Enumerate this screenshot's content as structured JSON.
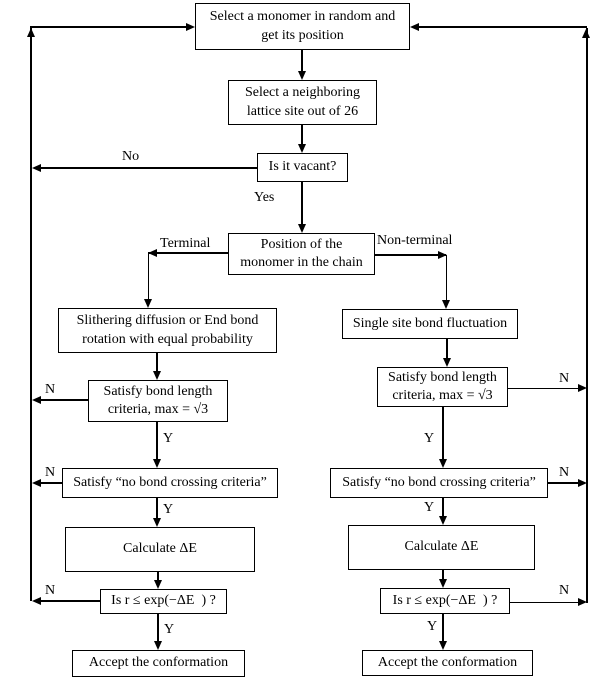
{
  "diagram_type": "flowchart",
  "colors": {
    "line": "#000000",
    "background": "#ffffff",
    "text": "#000000"
  },
  "edge_labels": {
    "yes": "Yes",
    "no": "No",
    "terminal": "Terminal",
    "non_terminal": "Non-terminal",
    "n": "N",
    "y": "Y"
  },
  "nodes": {
    "select_monomer": {
      "lines": [
        "Select a monomer in random and",
        "get its position"
      ]
    },
    "select_site": {
      "lines": [
        "Select a neighboring",
        "lattice site out of 26"
      ]
    },
    "is_vacant": {
      "lines": [
        "Is it vacant?"
      ]
    },
    "monomer_position": {
      "lines": [
        "Position of the",
        "monomer in the chain"
      ]
    },
    "slithering_diffusion": {
      "lines": [
        "Slithering diffusion or End bond",
        "rotation with equal probability"
      ]
    },
    "single_site_fluctuation": {
      "lines": [
        "Single site bond fluctuation"
      ]
    },
    "bond_length_left": {
      "lines": [
        "Satisfy bond length",
        "criteria, max = √3"
      ]
    },
    "bond_length_right": {
      "lines": [
        "Satisfy bond length",
        "criteria, max = √3"
      ]
    },
    "bond_crossing_left": {
      "lines": [
        "Satisfy “no bond crossing criteria”"
      ]
    },
    "bond_crossing_right": {
      "lines": [
        "Satisfy “no bond crossing criteria”"
      ]
    },
    "calculate_energy_left": {
      "lines": [
        "Calculate ΔE"
      ]
    },
    "calculate_energy_right": {
      "lines": [
        "Calculate ΔE"
      ]
    },
    "metropolis_left": {
      "lines": [
        "Is r ≤ exp(−ΔE  ) ?"
      ]
    },
    "metropolis_right": {
      "lines": [
        "Is r ≤ exp(−ΔE  ) ?"
      ]
    },
    "accept_left": {
      "lines": [
        "Accept the conformation"
      ]
    },
    "accept_right": {
      "lines": [
        "Accept the conformation"
      ]
    }
  }
}
